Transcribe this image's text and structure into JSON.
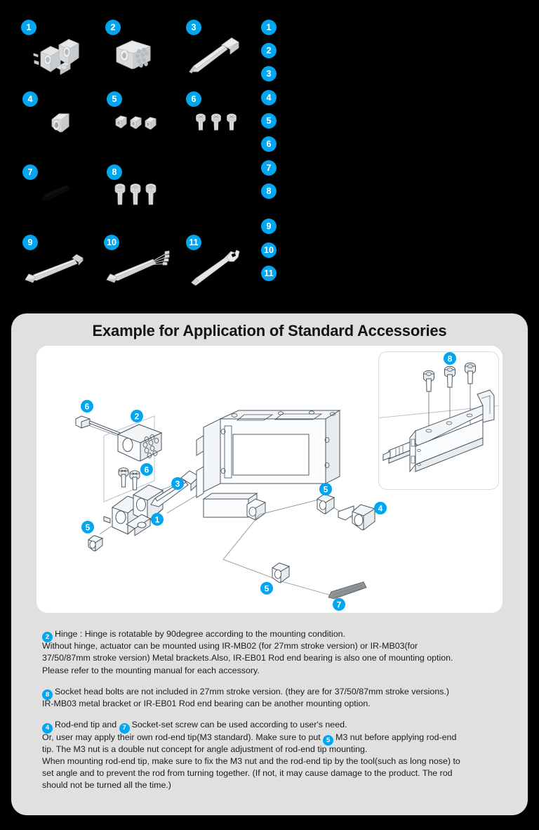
{
  "parts_catalog": {
    "items": [
      {
        "num": "1",
        "art": "hinge-bracket"
      },
      {
        "num": "2",
        "art": "hinge-block"
      },
      {
        "num": "3",
        "art": "shoulder-bolt"
      },
      {
        "num": "4",
        "art": "rod-end-tip"
      },
      {
        "num": "5",
        "art": "hex-nut-x3"
      },
      {
        "num": "6",
        "art": "small-screw-x3"
      },
      {
        "num": "7",
        "art": "socket-set-screw"
      },
      {
        "num": "8",
        "art": "socket-head-bolt-x3"
      },
      {
        "num": "9",
        "art": "ribbon-cable-short"
      },
      {
        "num": "10",
        "art": "ribbon-cable-branch"
      },
      {
        "num": "11",
        "art": "wrench"
      }
    ],
    "index_rail": [
      "1",
      "2",
      "3",
      "4",
      "5",
      "6",
      "7",
      "8",
      "9",
      "10",
      "11"
    ]
  },
  "card": {
    "title": "Example for Application of Standard Accessories",
    "diagram": {
      "callouts": [
        "6",
        "2",
        "6",
        "3",
        "1",
        "5",
        "5",
        "4",
        "5",
        "7"
      ],
      "inset_callout": "8"
    }
  },
  "notes": [
    {
      "badge": "2",
      "lines": [
        "Hinge : Hinge is rotatable by 90degree according to the mounting condition.",
        "Without hinge, actuator can be mounted using IR-MB02 (for 27mm stroke version) or IR-MB03(for",
        "37/50/87mm stroke version) Metal brackets.Also, IR-EB01 Rod end bearing is also one of mounting option.",
        "Please refer to the mounting manual for each accessory."
      ]
    },
    {
      "badge": "8",
      "lines": [
        "Socket head bolts are not included in 27mm stroke version. (they are for 37/50/87mm stroke versions.)",
        "IR-MB03 metal bracket or IR-EB01 Rod end bearing can be another mounting option."
      ]
    },
    {
      "badge": "4",
      "badge2": "7",
      "lines": [
        "Rod-end tip and ",
        "Socket-set screw can be used according to user's need.",
        "Or, user may apply their own rod-end tip(M3 standard). Make sure to put ",
        "M3 nut before applying rod-end",
        "tip. The M3 nut is a double nut concept for angle adjustment of rod-end tip mounting.",
        "When mounting rod-end tip, make sure to fix the M3 nut and the rod-end tip by the tool(such as long nose) to",
        "set angle and to prevent the rod from turning together. (If not, it may cause damage to the product. The rod",
        "should not be turned all the time.)"
      ],
      "inline_badge_mid": "5"
    }
  ],
  "colors": {
    "badge_blue": "#00a6f0",
    "card_gray": "#e0e0e0",
    "panel_white": "#ffffff",
    "page_black": "#000000",
    "text_dark": "#1c1c1c"
  }
}
